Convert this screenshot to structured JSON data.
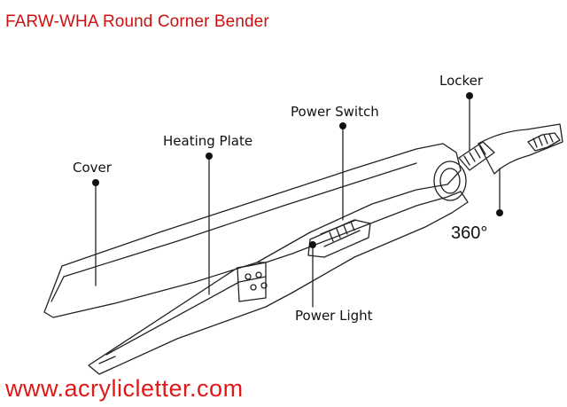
{
  "title": "FARW-WHA Round Corner Bender",
  "labels": {
    "locker": "Locker",
    "power_switch": "Power Switch",
    "heating_plate": "Heating Plate",
    "cover": "Cover",
    "power_light": "Power Light",
    "rotation": "360°"
  },
  "footer": "www.acrylicletter.com",
  "colors": {
    "title": "#cc1111",
    "footer": "#e01818",
    "line": "#222222"
  }
}
